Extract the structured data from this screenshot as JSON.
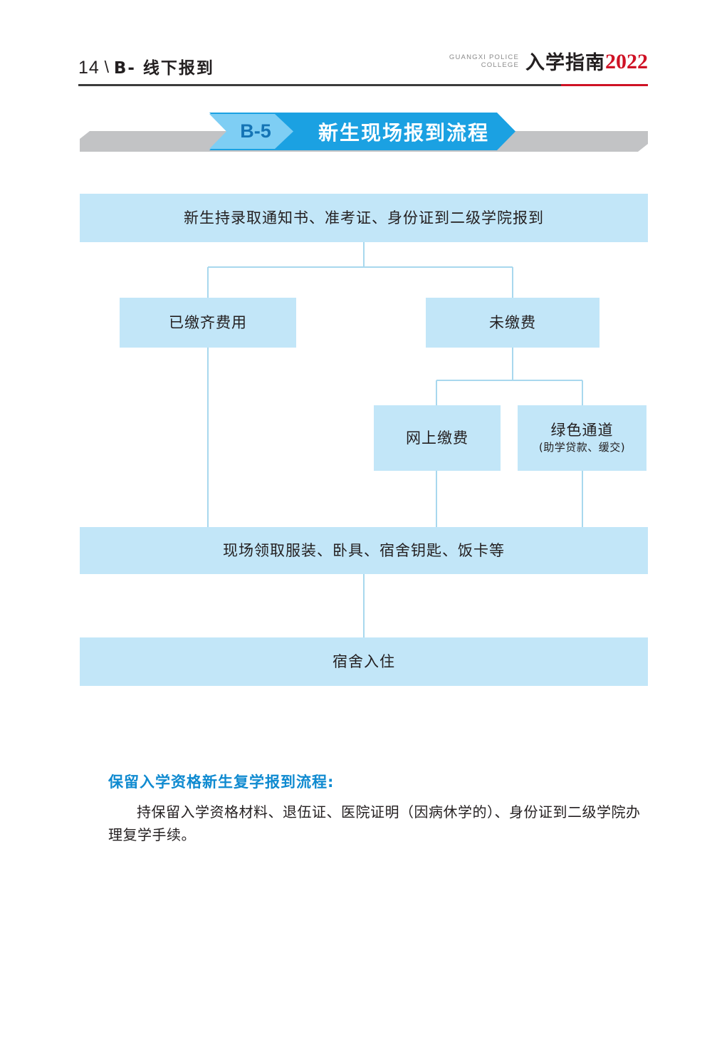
{
  "header": {
    "page_number": "14",
    "separator": "\\",
    "section_label": "B- 线下报到",
    "brand_en_line1": "GUANGXI POLICE",
    "brand_en_line2": "COLLEGE",
    "brand_cn": "入学指南",
    "brand_year": "2022",
    "accent_red": "#cf1225",
    "rule_color": "#3c3c3c"
  },
  "banner": {
    "chip": "B-5",
    "title": "新生现场报到流程",
    "blue": "#1ba1e2",
    "chip_blue": "#7ecef4",
    "gray": "#c2c3c5"
  },
  "flow": {
    "box_fill": "#c2e6f8",
    "line_color": "#a8d8ee",
    "nodes": {
      "arrive": {
        "text": "新生持录取通知书、准考证、身份证到二级学院报到"
      },
      "paid": {
        "text": "已缴齐费用"
      },
      "unpaid": {
        "text": "未缴费"
      },
      "online_pay": {
        "text": "网上缴费"
      },
      "green_channel": {
        "text": "绿色通道",
        "sub": "(助学贷款、缓交)"
      },
      "collect": {
        "text": "现场领取服装、卧具、宿舍钥匙、饭卡等"
      },
      "dorm": {
        "text": "宿舍入住"
      }
    }
  },
  "body_section": {
    "heading": "保留入学资格新生复学报到流程:",
    "heading_color": "#0f8ad0",
    "paragraph": "持保留入学资格材料、退伍证、医院证明（因病休学的）、身份证到二级学院办理复学手续。"
  }
}
